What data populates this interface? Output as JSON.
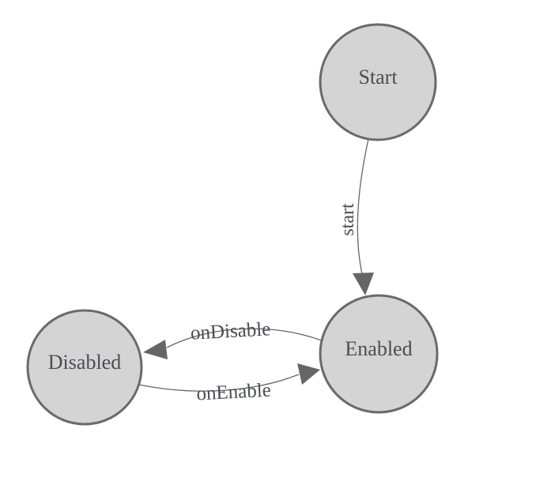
{
  "app": {
    "background": "#ffffff"
  },
  "diagram": {
    "type": "state-machine",
    "style": {
      "node_fill": "#d4d4d4",
      "node_stroke": "#6a6a6a",
      "edge_color": "#666666",
      "arrowhead_color": "#666666",
      "label_color": "#4b4d54"
    },
    "nodes": [
      {
        "id": "start",
        "label": "Start"
      },
      {
        "id": "enabled",
        "label": "Enabled"
      },
      {
        "id": "disabled",
        "label": "Disabled"
      }
    ],
    "edges": [
      {
        "from": "start",
        "to": "enabled",
        "label": "start"
      },
      {
        "from": "enabled",
        "to": "disabled",
        "label": "onDisable"
      },
      {
        "from": "disabled",
        "to": "enabled",
        "label": "onEnable"
      }
    ]
  }
}
